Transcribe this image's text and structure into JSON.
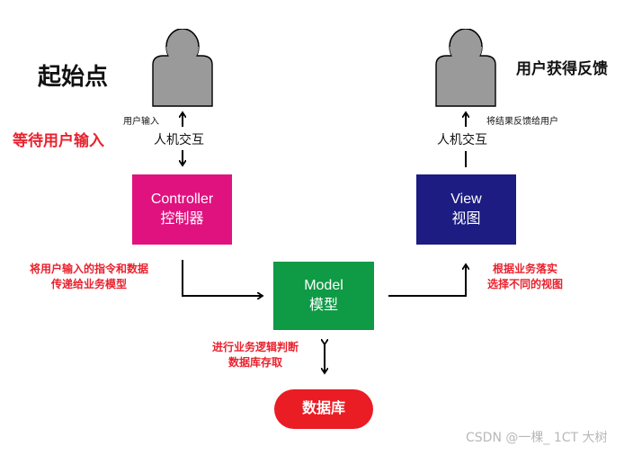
{
  "left": {
    "title": "起始点",
    "waiting": "等待用户输入",
    "input_note": "用户输入",
    "hci_label": "人机交互"
  },
  "right": {
    "title": "用户获得反馈",
    "feedback_note": "将结果反馈给用户",
    "hci_label": "人机交互"
  },
  "controller": {
    "name": "Controller",
    "cn": "控制器"
  },
  "view": {
    "name": "View",
    "cn": "视图"
  },
  "model": {
    "name": "Model",
    "cn": "模型"
  },
  "database": {
    "label": "数据库"
  },
  "notes": {
    "controller_to_model": [
      "将用户输入的指令和数据",
      "传递给业务模型"
    ],
    "model_to_view": [
      "根据业务落实",
      "选择不同的视图"
    ],
    "model_to_db": [
      "进行业务逻辑判断",
      "数据库存取"
    ]
  },
  "watermark": "CSDN @一棵_ 1CT 大树",
  "colors": {
    "controller": "#e0127f",
    "view": "#1c1c82",
    "model": "#0f9a45",
    "database": "#ea1c24",
    "person": "#9a9a9a",
    "note": "#e8222e"
  }
}
